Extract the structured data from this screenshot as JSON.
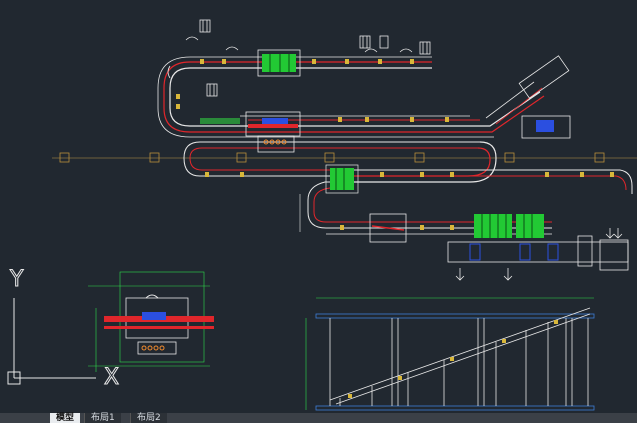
{
  "app": {
    "view": "model-space"
  },
  "ucs": {
    "x_label": "X",
    "y_label": "Y"
  },
  "tabs": [
    {
      "label": "模型",
      "active": true
    },
    {
      "label": "布局1",
      "active": false
    },
    {
      "label": "布局2",
      "active": false
    }
  ],
  "colors": {
    "background": "#212830",
    "conveyor_red": "#e0262b",
    "conveyor_white": "#e8e8e8",
    "equipment_green": "#22c934",
    "dimension_green": "#2edc4a",
    "equipment_blue": "#2b4fe0",
    "marker_yellow": "#d8b73a",
    "support_blue": "#3d7ed8",
    "grid_line": "#8a7440"
  }
}
